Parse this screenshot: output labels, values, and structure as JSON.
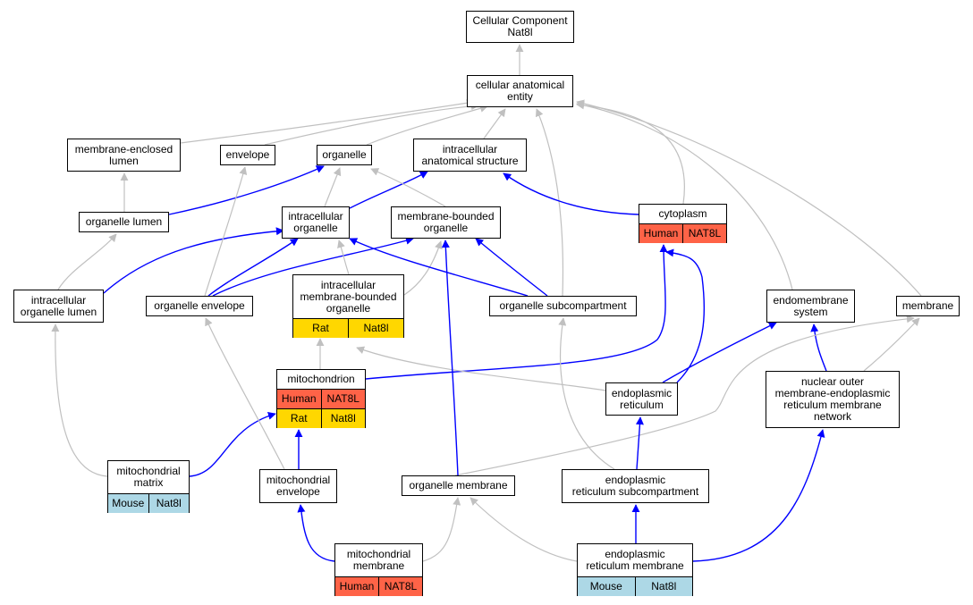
{
  "nodes": {
    "root": {
      "label": "Cellular Component\nNat8l"
    },
    "cae": {
      "label": "cellular anatomical\nentity"
    },
    "mel": {
      "label": "membrane-enclosed\nlumen"
    },
    "env": {
      "label": "envelope"
    },
    "org": {
      "label": "organelle"
    },
    "ias": {
      "label": "intracellular\nanatomical structure"
    },
    "ol": {
      "label": "organelle lumen"
    },
    "io": {
      "label": "intracellular\norganelle"
    },
    "mbo": {
      "label": "membrane-bounded\norganelle"
    },
    "cyto": {
      "label": "cytoplasm",
      "tags": [
        "Human",
        "NAT8L"
      ]
    },
    "iol": {
      "label": "intracellular\norganelle lumen"
    },
    "oe": {
      "label": "organelle envelope"
    },
    "imbo": {
      "label": "intracellular\nmembrane-bounded\norganelle",
      "tags": [
        "Rat",
        "Nat8l"
      ]
    },
    "osc": {
      "label": "organelle subcompartment"
    },
    "ems": {
      "label": "endomembrane\nsystem"
    },
    "mem": {
      "label": "membrane"
    },
    "mito": {
      "label": "mitochondrion",
      "tags": [
        "Human",
        "NAT8L"
      ],
      "tags2": [
        "Rat",
        "Nat8l"
      ]
    },
    "er": {
      "label": "endoplasmic\nreticulum"
    },
    "nom": {
      "label": "nuclear outer\nmembrane-endoplasmic\nreticulum membrane\nnetwork"
    },
    "mm": {
      "label": "mitochondrial\nmatrix",
      "tags": [
        "Mouse",
        "Nat8l"
      ]
    },
    "me": {
      "label": "mitochondrial\nenvelope"
    },
    "om": {
      "label": "organelle membrane"
    },
    "ersc": {
      "label": "endoplasmic\nreticulum subcompartment"
    },
    "mmem": {
      "label": "mitochondrial\nmembrane",
      "tags": [
        "Human",
        "NAT8L"
      ]
    },
    "erm": {
      "label": "endoplasmic\nreticulum membrane",
      "tags": [
        "Mouse",
        "Nat8l"
      ]
    }
  },
  "colors": {
    "Human": "#ff6347",
    "Rat": "#ffd700",
    "Mouse": "#add8e6",
    "edge_is_a": "#c0c0c0",
    "edge_part_of": "#0000ff"
  },
  "edges": [
    {
      "from": "cae",
      "to": "root",
      "type": "is_a"
    },
    {
      "from": "mel",
      "to": "cae",
      "type": "is_a"
    },
    {
      "from": "env",
      "to": "cae",
      "type": "is_a"
    },
    {
      "from": "org",
      "to": "cae",
      "type": "is_a"
    },
    {
      "from": "ias",
      "to": "cae",
      "type": "is_a"
    },
    {
      "from": "cyto",
      "to": "cae",
      "type": "is_a"
    },
    {
      "from": "osc",
      "to": "cae",
      "type": "is_a"
    },
    {
      "from": "ems",
      "to": "cae",
      "type": "is_a"
    },
    {
      "from": "mem",
      "to": "cae",
      "type": "is_a"
    },
    {
      "from": "ol",
      "to": "mel",
      "type": "is_a"
    },
    {
      "from": "ol",
      "to": "org",
      "type": "part_of"
    },
    {
      "from": "io",
      "to": "org",
      "type": "is_a"
    },
    {
      "from": "io",
      "to": "ias",
      "type": "part_of"
    },
    {
      "from": "mbo",
      "to": "org",
      "type": "is_a"
    },
    {
      "from": "cyto",
      "to": "ias",
      "type": "part_of"
    },
    {
      "from": "iol",
      "to": "ol",
      "type": "is_a"
    },
    {
      "from": "iol",
      "to": "io",
      "type": "part_of"
    },
    {
      "from": "oe",
      "to": "env",
      "type": "is_a"
    },
    {
      "from": "oe",
      "to": "io",
      "type": "part_of"
    },
    {
      "from": "oe",
      "to": "mbo",
      "type": "part_of"
    },
    {
      "from": "imbo",
      "to": "io",
      "type": "is_a"
    },
    {
      "from": "imbo",
      "to": "mbo",
      "type": "is_a"
    },
    {
      "from": "osc",
      "to": "io",
      "type": "part_of"
    },
    {
      "from": "osc",
      "to": "mbo",
      "type": "part_of"
    },
    {
      "from": "mito",
      "to": "imbo",
      "type": "is_a"
    },
    {
      "from": "mito",
      "to": "cyto",
      "type": "part_of"
    },
    {
      "from": "er",
      "to": "imbo",
      "type": "is_a"
    },
    {
      "from": "er",
      "to": "cyto",
      "type": "part_of"
    },
    {
      "from": "er",
      "to": "ems",
      "type": "part_of"
    },
    {
      "from": "nom",
      "to": "ems",
      "type": "part_of"
    },
    {
      "from": "nom",
      "to": "mem",
      "type": "is_a"
    },
    {
      "from": "mm",
      "to": "iol",
      "type": "is_a"
    },
    {
      "from": "mm",
      "to": "mito",
      "type": "part_of"
    },
    {
      "from": "me",
      "to": "oe",
      "type": "is_a"
    },
    {
      "from": "me",
      "to": "mito",
      "type": "part_of"
    },
    {
      "from": "om",
      "to": "mem",
      "type": "is_a"
    },
    {
      "from": "om",
      "to": "mbo",
      "type": "part_of"
    },
    {
      "from": "ersc",
      "to": "osc",
      "type": "is_a"
    },
    {
      "from": "ersc",
      "to": "er",
      "type": "part_of"
    },
    {
      "from": "mmem",
      "to": "me",
      "type": "part_of"
    },
    {
      "from": "mmem",
      "to": "om",
      "type": "is_a"
    },
    {
      "from": "erm",
      "to": "om",
      "type": "is_a"
    },
    {
      "from": "erm",
      "to": "ersc",
      "type": "part_of"
    },
    {
      "from": "erm",
      "to": "nom",
      "type": "part_of"
    }
  ]
}
